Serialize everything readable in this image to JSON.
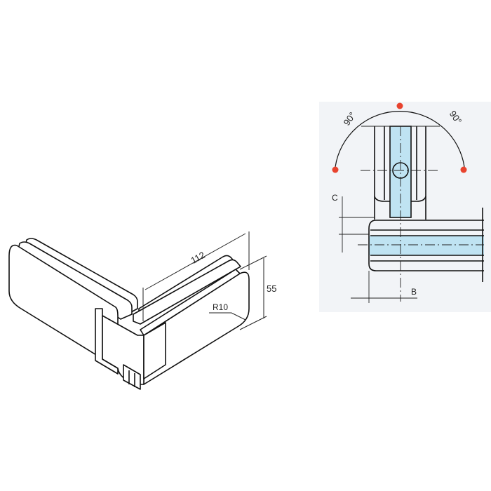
{
  "iso_view": {
    "length_label": "112",
    "height_label": "55",
    "radius_label": "R10"
  },
  "plan_view": {
    "angle_left_label": "90°",
    "angle_right_label": "90°",
    "dim_c_label": "C",
    "dim_b_label": "B",
    "colors": {
      "glass": "#bfe3f2",
      "pivot": "#e8432e",
      "line": "#1a1a1a",
      "background": "#f2f4f7"
    }
  }
}
